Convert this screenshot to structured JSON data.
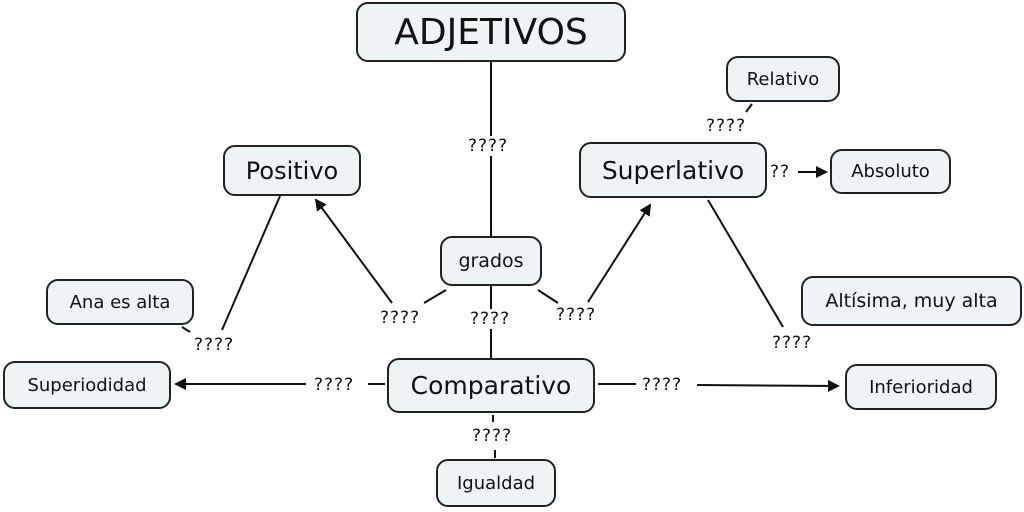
{
  "title": "ADJETIVOS",
  "nodes": {
    "adjetivos": "ADJETIVOS",
    "positivo": "Positivo",
    "superlativo": "Superlativo",
    "relativo": "Relativo",
    "absoluto": "Absoluto",
    "grados": "grados",
    "ana_es_alta": "Ana es alta",
    "altisima": "Altísima, muy alta",
    "superiodidad": "Superiodidad",
    "comparativo": "Comparativo",
    "inferioridad": "Inferioridad",
    "igualdad": "Igualdad"
  },
  "link_labels": {
    "adjetivos_grados": "????",
    "superlativo_relativo": "????",
    "superlativo_absoluto": "??",
    "grados_positivo": "????",
    "grados_comparativo": "????",
    "grados_superlativo": "????",
    "positivo_ana": "????",
    "superlativo_altisima": "????",
    "comparativo_superiodidad": "????",
    "comparativo_inferioridad": "????",
    "comparativo_igualdad": "????"
  }
}
